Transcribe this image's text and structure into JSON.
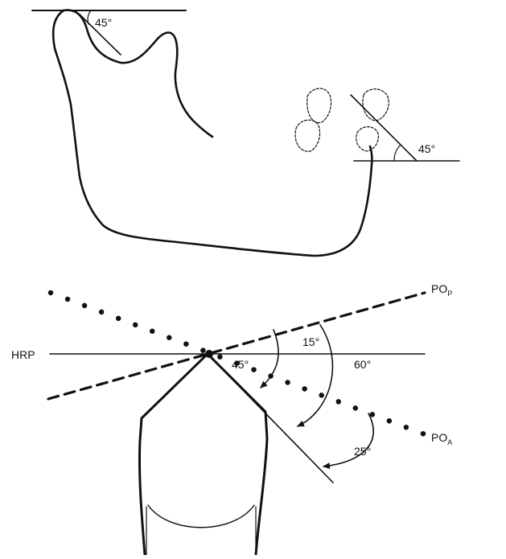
{
  "diagram": {
    "top": {
      "incisor_angle_label": "45°",
      "molar_angle_label": "45°"
    },
    "bottom": {
      "reference_label": "HRP",
      "plane_posterior_label": "PO",
      "plane_posterior_sub": "P",
      "plane_anterior_label": "PO",
      "plane_anterior_sub": "A",
      "angle_15_label": "15°",
      "angle_45_label": "45°",
      "angle_60_label": "60°",
      "angle_25_label": "25°"
    }
  },
  "colors": {
    "ink": "#111111",
    "background": "#ffffff"
  }
}
